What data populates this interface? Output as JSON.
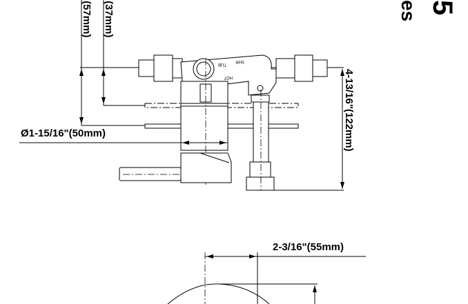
{
  "title_fragments": {
    "letters": "es",
    "number": "5"
  },
  "dimensions": {
    "height_57": "\"(57mm)",
    "height_37": "\"(37mm)",
    "diameter": "Ø1-15/16\"(50mm)",
    "overall_height": "4-13/16\"(122mm)",
    "radius_width": "2-3/16\"(55mm)"
  },
  "valve_labels": {
    "shower": "SHR",
    "tub": "TUB",
    "hot": "HOT"
  }
}
